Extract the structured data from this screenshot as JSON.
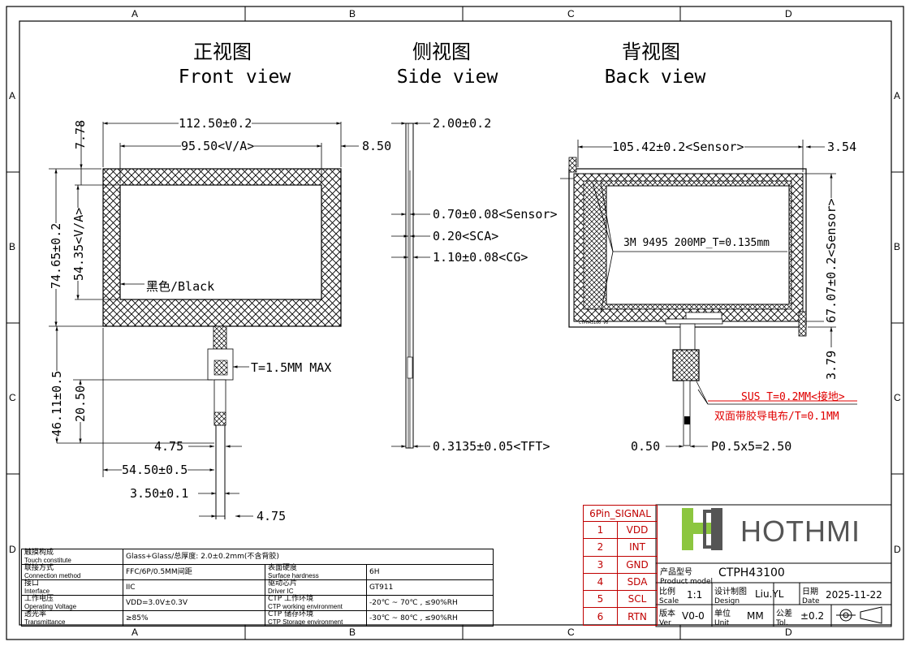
{
  "zones": {
    "columns": [
      "A",
      "B",
      "C",
      "D"
    ],
    "rows": [
      "A",
      "B",
      "C",
      "D"
    ]
  },
  "views": {
    "front": {
      "title_cn": "正视图",
      "title_en": "Front view"
    },
    "side": {
      "title_cn": "侧视图",
      "title_en": "Side view"
    },
    "back": {
      "title_cn": "背视图",
      "title_en": "Back view"
    }
  },
  "front_dims": {
    "width_outer": "112.50±0.2",
    "width_va": "95.50<V/A>",
    "right_margin": "8.50",
    "top_margin": "7.78",
    "height_outer": "74.65±0.2",
    "height_va": "54.35<V/A>",
    "color_label": "黑色/Black",
    "fpc_total": "46.11±0.5",
    "stiffener": "20.50",
    "thickness": "T=1.5MM MAX",
    "fpc_width_top": "4.75",
    "fpc_offset": "54.50±0.5",
    "fpc_width": "3.50±0.1",
    "fpc_width_bottom": "4.75"
  },
  "side_dims": {
    "total": "2.00±0.2",
    "sensor": "0.70±0.08<Sensor>",
    "sca": "0.20<SCA>",
    "cg": "1.10±0.08<CG>",
    "tft": "0.3135±0.05<TFT>"
  },
  "back_dims": {
    "sensor_width": "105.42±0.2<Sensor>",
    "right_margin": "3.54",
    "sensor_height": "67.07±0.2<Sensor>",
    "bottom_margin": "3.79",
    "tape_note": "3M 9495 200MP_T=0.135mm",
    "sus_note": "SUS T=0.2MM<接地>",
    "tape_note2": "双面带胶导电布/T=0.1MM",
    "pitch_left": "0.50",
    "pitch": "P0.5x5=2.50",
    "fpc_code": "CTPH43100 V0"
  },
  "spec_table": [
    {
      "label_cn": "触摸构成",
      "label_en": "Touch constitute",
      "value": "Glass+Glass/总厚度: 2.0±0.2mm(不含背胶)"
    },
    {
      "label_cn": "联接方式",
      "label_en": "Connection method",
      "value": "FFC/6P/0.5MM间距",
      "label2_cn": "表面硬度",
      "label2_en": "Surface hardness",
      "value2": "6H"
    },
    {
      "label_cn": "接口",
      "label_en": "Interface",
      "value": "IIC",
      "label2_cn": "驱动芯片",
      "label2_en": "Driver IC",
      "value2": "GT911"
    },
    {
      "label_cn": "工作电压",
      "label_en": "Operating Voltage",
      "value": "VDD=3.0V±0.3V",
      "label2_cn": "CTP 工作环境",
      "label2_en": "CTP working environment",
      "value2": "-20℃ ~ 70℃ , ≤90%RH"
    },
    {
      "label_cn": "透光率",
      "label_en": "Transmittance",
      "value": "≥85%",
      "label2_cn": "CTP 储存环境",
      "label2_en": "CTP Storage environment",
      "value2": "-30℃ ~ 80℃ , ≤90%RH"
    }
  ],
  "pins": {
    "header": "6Pin_SIGNAL",
    "rows": [
      {
        "n": "1",
        "sig": "VDD"
      },
      {
        "n": "2",
        "sig": "INT"
      },
      {
        "n": "3",
        "sig": "GND"
      },
      {
        "n": "4",
        "sig": "SDA"
      },
      {
        "n": "5",
        "sig": "SCL"
      },
      {
        "n": "6",
        "sig": "RTN"
      }
    ]
  },
  "title_block": {
    "logo_text": "HOTHMI",
    "model_label_cn": "产品型号",
    "model_label_en": "Product model",
    "model": "CTPH43100",
    "scale_label_cn": "比例",
    "scale_label_en": "Scale",
    "scale": "1:1",
    "design_label_cn": "设计制图",
    "design_label_en": "Design",
    "designer": "Liu.YL",
    "date_label_cn": "日期",
    "date_label_en": "Date",
    "date": "2025-11-22",
    "ver_label_cn": "版本",
    "ver_label_en": "Ver",
    "version": "V0-0",
    "unit_label_cn": "单位",
    "unit_label_en": "Unit",
    "unit": "MM",
    "tol_label_cn": "公差",
    "tol_label_en": "Tol.",
    "tolerance": "±0.2"
  },
  "colors": {
    "pin_table": "#c00000",
    "sus_note": "#e00000",
    "logo_green": "#8cc63f",
    "logo_gray": "#555555"
  }
}
